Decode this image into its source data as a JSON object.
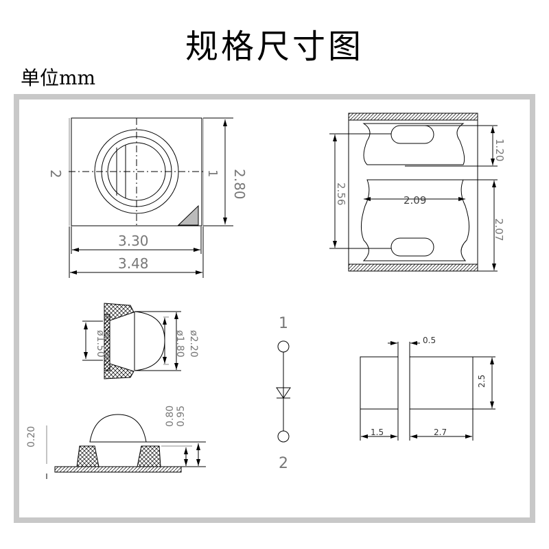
{
  "title": "规格尺寸图",
  "unit_label": "单位mm",
  "top_view": {
    "pin_left": "2",
    "pin_right": "1",
    "height": "2.80",
    "inner_width": "3.30",
    "outer_width": "3.48"
  },
  "bottom_view": {
    "pad_height": "1.20",
    "total_height": "2.56",
    "pad_width": "2.09",
    "center_height": "2.07"
  },
  "side_view": {
    "inner_dia": "ø1.50",
    "lens_dia": "ø1.80",
    "outer_dia": "ø2.20"
  },
  "front_view": {
    "base": "0.20",
    "body": "0.80",
    "total": "0.95"
  },
  "schematic": {
    "pin_top": "1",
    "pin_bottom": "2"
  },
  "footprint": {
    "gap": "0.5",
    "height": "2.5",
    "left_width": "1.5",
    "right_width": "2.7"
  }
}
